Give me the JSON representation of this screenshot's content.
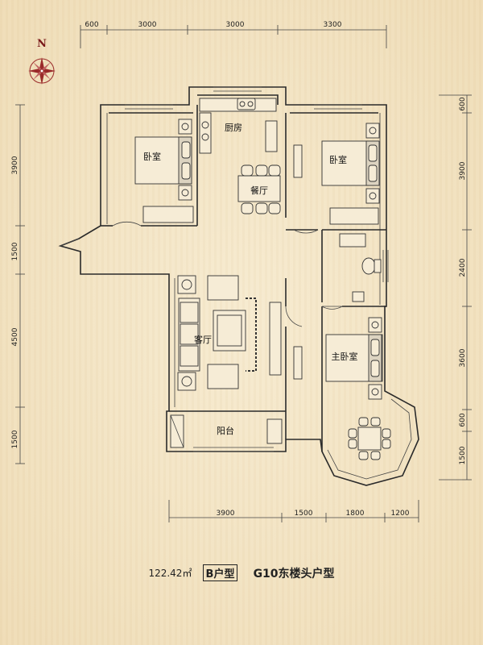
{
  "compass": {
    "label": "N"
  },
  "dimensions": {
    "top": [
      "600",
      "3000",
      "3000",
      "3300"
    ],
    "left": [
      "3900",
      "1500",
      "4500",
      "1500"
    ],
    "right": [
      "600",
      "3900",
      "2400",
      "3600",
      "600",
      "1500"
    ],
    "bottom": [
      "3900",
      "1500",
      "1800",
      "1200"
    ]
  },
  "rooms": {
    "kitchen": "厨房",
    "bedroom_left": "卧室",
    "bedroom_right": "卧室",
    "dining": "餐厅",
    "living": "客厅",
    "master_bedroom": "主卧室",
    "balcony": "阳台"
  },
  "caption": {
    "area": "122.42㎡",
    "unit_type": "B户型",
    "building": "G10东楼头户型"
  },
  "colors": {
    "background": "#f3e4c4",
    "compass_red": "#9a2a2a",
    "line": "#2a2a2a"
  }
}
